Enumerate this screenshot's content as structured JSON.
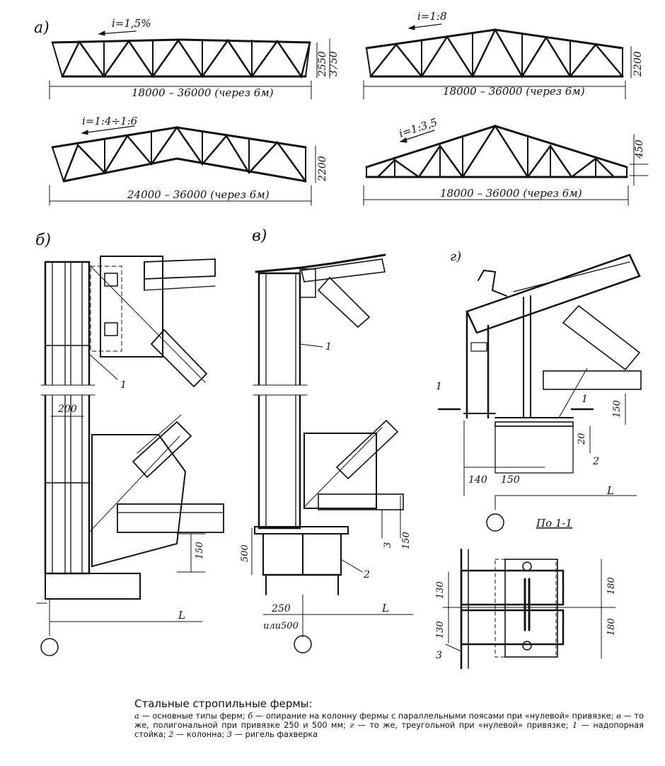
{
  "panels": {
    "a": "а)",
    "b": "б)",
    "v": "в)",
    "g": "г)"
  },
  "trusses": [
    {
      "slope": "i=1,5%",
      "span": "18000 – 36000 (через 6м)",
      "height": "2550",
      "height2": "3750"
    },
    {
      "slope": "i=1:8",
      "span": "18000 – 36000 (через 6м)",
      "height": "2200"
    },
    {
      "slope": "i=1:4÷1:6",
      "span": "24000 – 36000 (через 6м)",
      "height": "2200"
    },
    {
      "slope": "i=1:3,5",
      "span": "18000 – 36000 (через 6м)",
      "height": "450"
    }
  ],
  "detail_b": {
    "width": "200",
    "gap": "150",
    "span": "L",
    "post": "1"
  },
  "detail_v": {
    "height": "500",
    "offset": "250",
    "offset_alt": "или500",
    "d3": "3",
    "d150": "150",
    "span": "L",
    "post": "1",
    "column": "2"
  },
  "detail_g": {
    "d150": "150",
    "d20": "20",
    "d140": "140",
    "d150b": "150",
    "span": "L",
    "column": "2",
    "sec1": "1",
    "sec2": "1"
  },
  "section": {
    "title": "По 1-1",
    "d130a": "130",
    "d130b": "130",
    "d180a": "180",
    "d180b": "180",
    "beam": "3"
  },
  "caption": {
    "title": "Стальные стропильные фермы:",
    "parts": [
      {
        "key": "а",
        "text": " — основные типы ферм; "
      },
      {
        "key": "б",
        "text": " — опирание на колонну фермы с параллельными поясами при «нулевой» привязке; "
      },
      {
        "key": "в",
        "text": " — то же, полигональной при привязке 250 и 500 мм; "
      },
      {
        "key": "г",
        "text": " — то же, треугольной при «нулевой» привязке; "
      },
      {
        "key": "1",
        "text": " — надопорная стойка; "
      },
      {
        "key": "2",
        "text": " — колонна; "
      },
      {
        "key": "3",
        "text": " — ригель фахверка"
      }
    ]
  }
}
